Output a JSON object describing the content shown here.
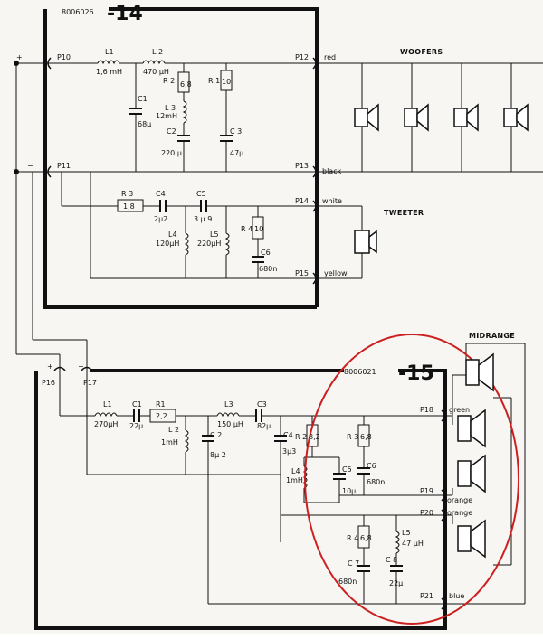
{
  "board_top": {
    "code": "8006026",
    "number": "-14"
  },
  "board_bottom": {
    "code": "8006021",
    "number": "-15"
  },
  "section_labels": {
    "woofers": "WOOFERS",
    "tweeter": "TWEETER",
    "midrange": "MIDRANGE"
  },
  "terminals": {
    "plus": "+",
    "minus": "−"
  },
  "top_ports": {
    "p10": "P10",
    "p11": "P11",
    "p12": "P12",
    "p13": "P13",
    "p14": "P14",
    "p15": "P15",
    "red": "red",
    "black": "black",
    "white": "white",
    "yellow": "yellow"
  },
  "top_components": {
    "l1_name": "L1",
    "l1_value": "1,6 mH",
    "l2_name": "L 2",
    "l2_value": "470 µH",
    "c1_name": "C1",
    "c1_value": "68µ",
    "r2_name": "R 2",
    "r2_value": "6,8",
    "l3_name": "L 3",
    "l3_value": "12mH",
    "c2_name": "C2",
    "c2_value": "220 µ",
    "r1_name": "R 1",
    "r1_value": "10",
    "c3_name": "C 3",
    "c3_value": "47µ",
    "r3_name": "R 3",
    "r3_value": "1,8",
    "c4_name": "C4",
    "c4_value": "2µ2",
    "c5_name": "C5",
    "c5_value": "3 µ 9",
    "l4_name": "L4",
    "l4_value": "120µH",
    "l5_name": "L5",
    "l5_value": "220µH",
    "r4_name": "R 4",
    "r4_value": "10",
    "c6_name": "C6",
    "c6_value": "680n"
  },
  "bottom_ports": {
    "p16": "P16",
    "p17": "P17",
    "p18": "P18",
    "p19": "P19",
    "p20": "P20",
    "p21": "P21",
    "green": "green",
    "orange1": "orange",
    "orange2": "orange",
    "blue": "blue"
  },
  "bottom_components": {
    "l1_name": "L1",
    "l1_value": "270µH",
    "c1_name": "C1",
    "c1_value": "22µ",
    "r1_name": "R1",
    "r1_value": "2,2",
    "l2_name": "L 2",
    "l2_value": "1mH",
    "c2_name": "C 2",
    "c2_value": "8µ 2",
    "l3_name": "L3",
    "l3_value": "150 µH",
    "c3_name": "C3",
    "c3_value": "82µ",
    "c4_name": "C4",
    "c4_value": "3µ3",
    "r2_name": "R 2",
    "r2_value": "8,2",
    "l4_name": "L4",
    "l4_value": "1mH",
    "c5_name": "C5",
    "c5_value": "10µ",
    "r3_name": "R 3",
    "r3_value": "6,8",
    "c6_name": "C6",
    "c6_value": "680n",
    "r4_name": "R 4",
    "r4_value": "6,8",
    "l5_name": "L5",
    "l5_value": "47 µH",
    "c7_name": "C 7",
    "c7_value": "680n",
    "c8_name": "C 8",
    "c8_value": "22µ"
  },
  "colors": {
    "ink": "#111111",
    "highlight": "#cc1f1f",
    "paper": "#f7f6f2"
  }
}
